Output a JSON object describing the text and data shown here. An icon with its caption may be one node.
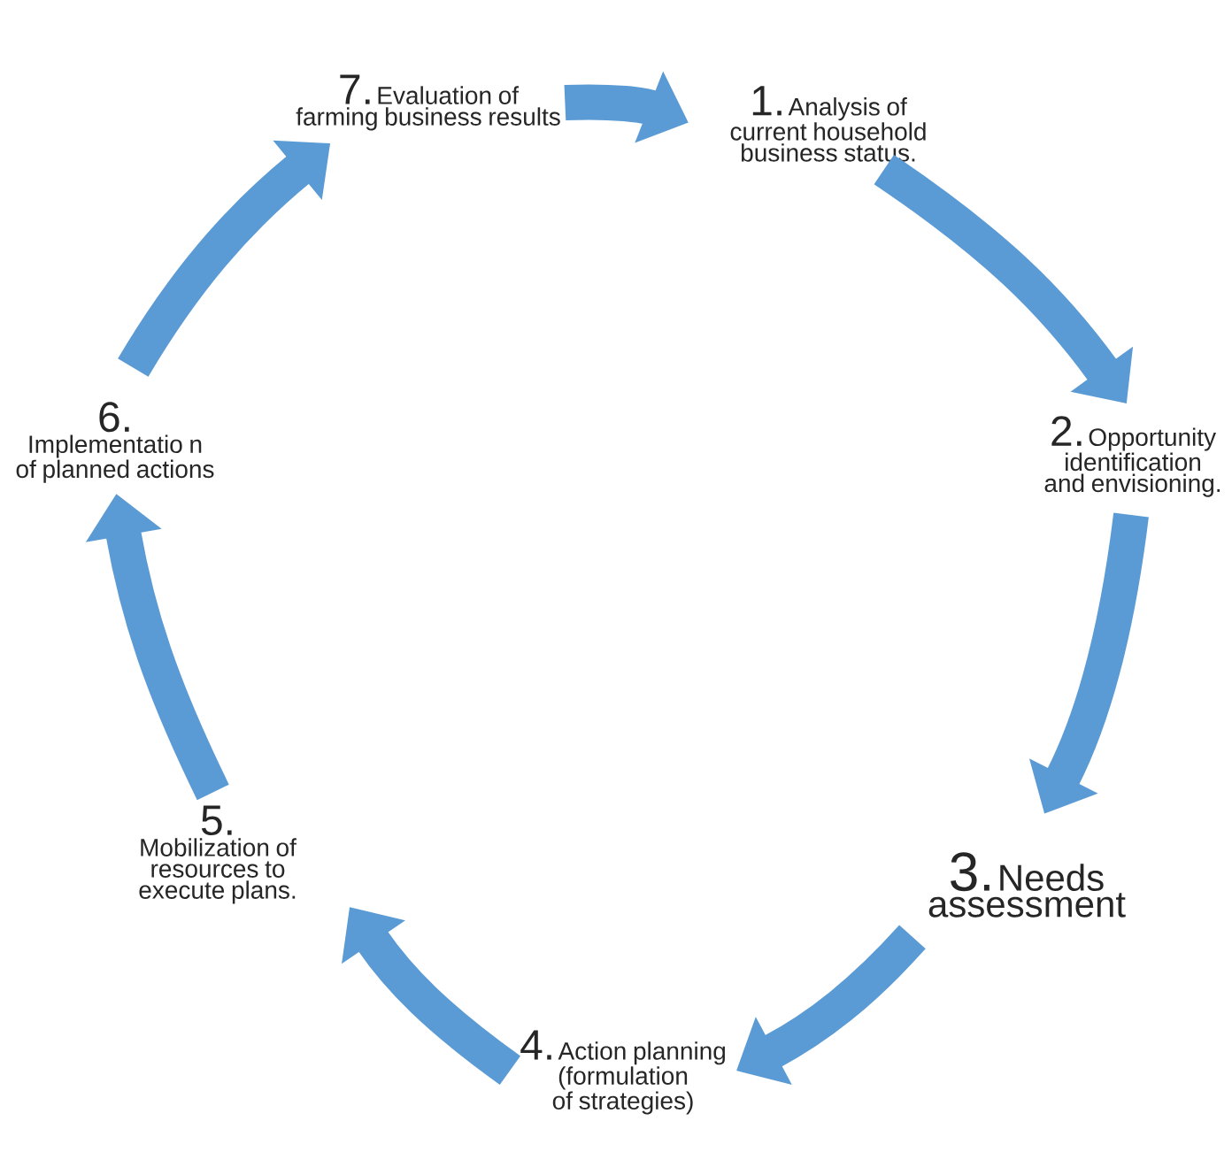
{
  "diagram": {
    "nodes": [
      {
        "text": [
          "1.",
          "Analysis of current household business status."
        ]
      },
      {
        "text": [
          "2.",
          "Opportunity identification and envisioning."
        ]
      },
      {
        "text": [
          "3.",
          "Needs assessment"
        ]
      },
      {
        "text": [
          "4.",
          "Action planning (formulation of strategies)"
        ]
      },
      {
        "text": [
          "5.",
          "Mobilization of resources to execute plans."
        ]
      },
      {
        "text": [
          "6.",
          "Implementatio n of planned actions"
        ]
      },
      {
        "text": [
          "7.",
          "Evaluation of farming business results"
        ]
      }
    ],
    "edges": [
      {
        "from": 6,
        "to": 0,
        "arrow": "to"
      },
      {
        "from": 0,
        "to": 1,
        "arrow": "to"
      },
      {
        "from": 1,
        "to": 2,
        "arrow": "to"
      },
      {
        "from": 2,
        "to": 3,
        "arrow": "to"
      },
      {
        "from": 3,
        "to": 4,
        "arrow": "to"
      },
      {
        "from": 4,
        "to": 5,
        "arrow": "to"
      },
      {
        "from": 5,
        "to": 6,
        "arrow": "to"
      }
    ]
  }
}
